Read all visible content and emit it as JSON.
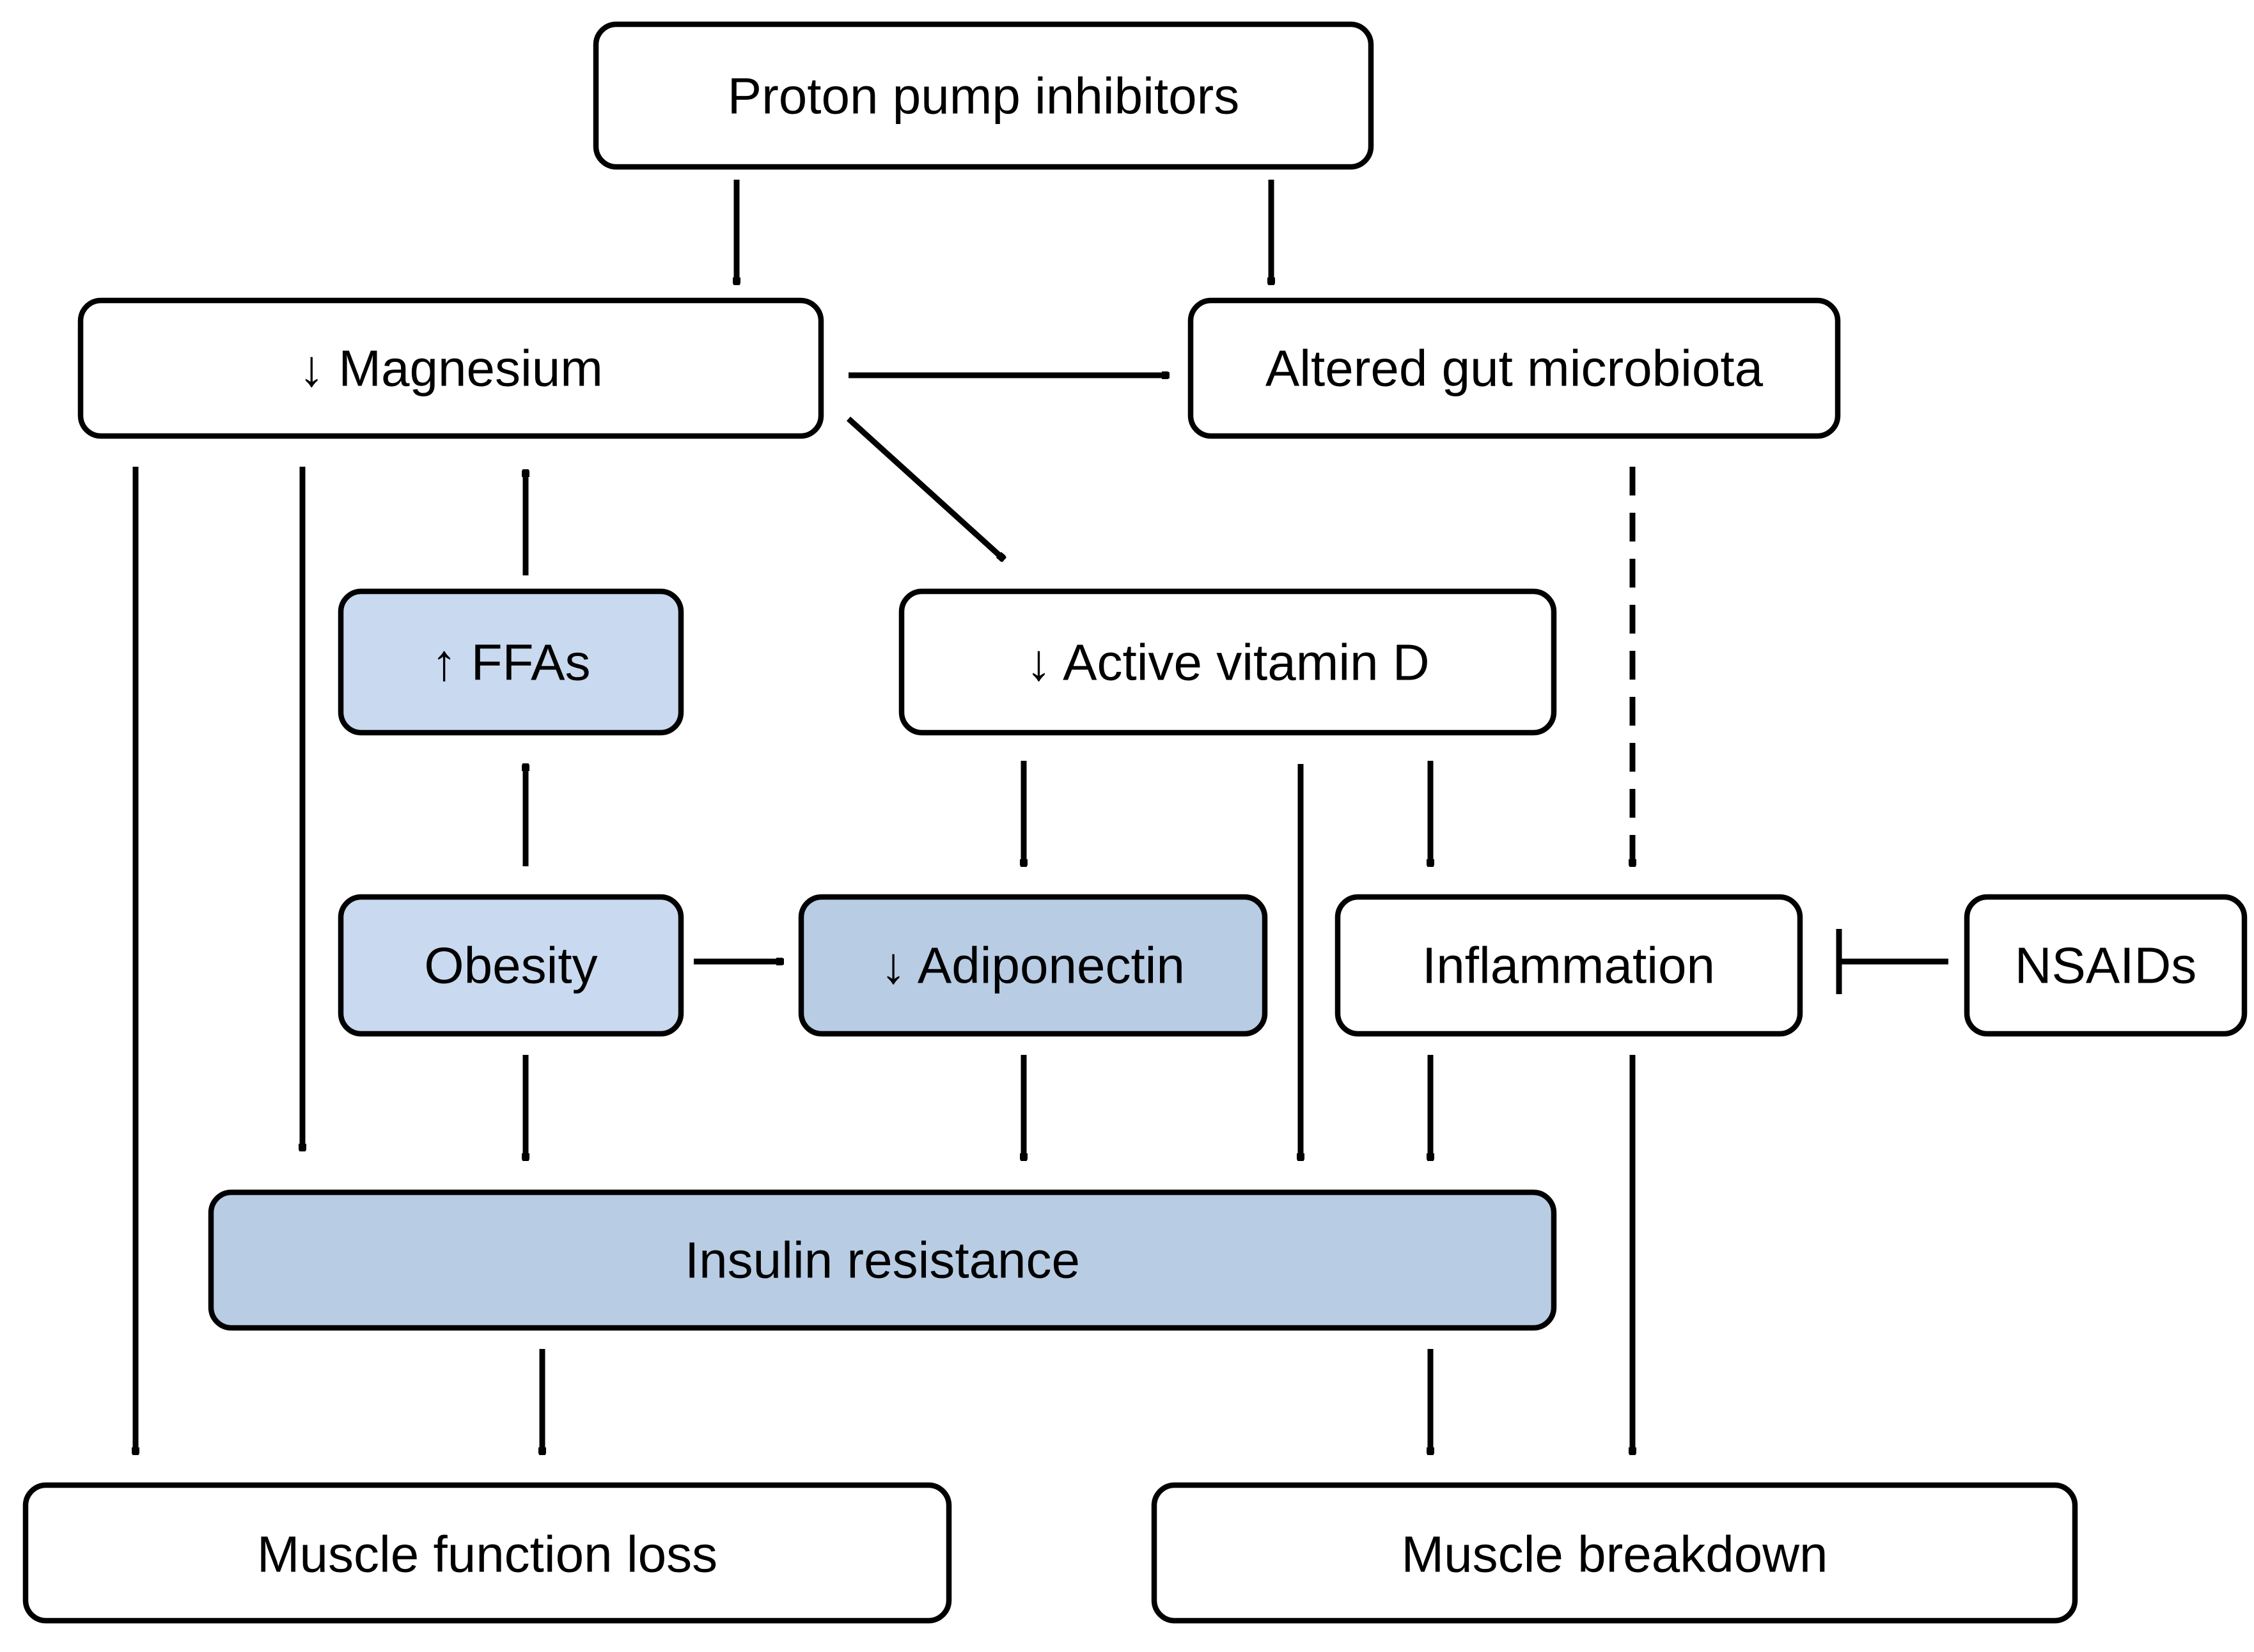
{
  "colors": {
    "stroke": "#000000",
    "fill_white": "#ffffff",
    "fill_light_blue": "#c9d9ef",
    "fill_mid_blue": "#b8cce4"
  },
  "nodes": {
    "ppi": {
      "label": "Proton pump inhibitors",
      "fill": "#ffffff"
    },
    "magnesium": {
      "label": "↓ Magnesium",
      "fill": "#ffffff"
    },
    "gut": {
      "label": "Altered gut microbiota",
      "fill": "#ffffff"
    },
    "ffas": {
      "label": "↑ FFAs",
      "fill": "#c9d9ef"
    },
    "vitd": {
      "label": "↓ Active vitamin D",
      "fill": "#ffffff"
    },
    "obesity": {
      "label": "Obesity",
      "fill": "#c9d9ef"
    },
    "adiponectin": {
      "label": "↓ Adiponectin",
      "fill": "#b8cce4"
    },
    "inflammation": {
      "label": "Inflammation",
      "fill": "#ffffff"
    },
    "nsaids": {
      "label": "NSAIDs",
      "fill": "#ffffff"
    },
    "insulin": {
      "label": "Insulin resistance",
      "fill": "#b8cce4"
    },
    "mfl": {
      "label": "Muscle function loss",
      "fill": "#ffffff"
    },
    "mb": {
      "label": "Muscle breakdown",
      "fill": "#ffffff"
    }
  },
  "edges": [
    {
      "from": "ppi",
      "to": "magnesium",
      "style": "solid",
      "head": "arrow"
    },
    {
      "from": "ppi",
      "to": "gut",
      "style": "solid",
      "head": "arrow"
    },
    {
      "from": "magnesium",
      "to": "gut",
      "style": "solid",
      "head": "arrow"
    },
    {
      "from": "magnesium",
      "to": "vitd",
      "style": "solid",
      "head": "arrow"
    },
    {
      "from": "magnesium",
      "to": "mfl",
      "style": "solid",
      "head": "arrow"
    },
    {
      "from": "magnesium",
      "to": "insulin",
      "style": "solid",
      "head": "arrow"
    },
    {
      "from": "ffas",
      "to": "magnesium",
      "style": "solid",
      "head": "arrow"
    },
    {
      "from": "obesity",
      "to": "ffas",
      "style": "solid",
      "head": "arrow"
    },
    {
      "from": "obesity",
      "to": "adiponectin",
      "style": "solid",
      "head": "arrow"
    },
    {
      "from": "obesity",
      "to": "insulin",
      "style": "solid",
      "head": "arrow"
    },
    {
      "from": "vitd",
      "to": "adiponectin",
      "style": "solid",
      "head": "arrow"
    },
    {
      "from": "vitd",
      "to": "insulin",
      "style": "solid",
      "head": "arrow"
    },
    {
      "from": "vitd",
      "to": "inflammation",
      "style": "solid",
      "head": "arrow"
    },
    {
      "from": "gut",
      "to": "inflammation",
      "style": "dashed",
      "head": "arrow"
    },
    {
      "from": "adiponectin",
      "to": "insulin",
      "style": "solid",
      "head": "arrow"
    },
    {
      "from": "inflammation",
      "to": "insulin",
      "style": "solid",
      "head": "arrow"
    },
    {
      "from": "inflammation",
      "to": "mb",
      "style": "solid",
      "head": "arrow"
    },
    {
      "from": "nsaids",
      "to": "inflammation",
      "style": "solid",
      "head": "inhibit"
    },
    {
      "from": "insulin",
      "to": "mfl",
      "style": "solid",
      "head": "arrow"
    },
    {
      "from": "insulin",
      "to": "mb",
      "style": "solid",
      "head": "arrow"
    }
  ]
}
